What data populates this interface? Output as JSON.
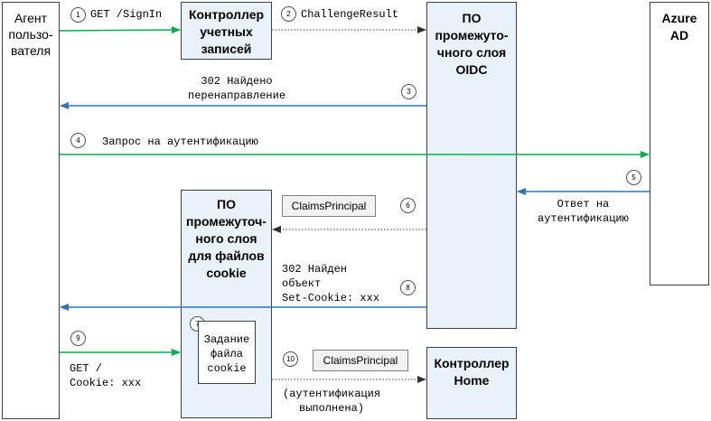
{
  "participants": {
    "user_agent": "Агент\nпользо-\nвателя",
    "account_controller": "Контроллер\nучетных\nзаписей",
    "oidc_middleware": "ПО\nпромежуто-\nчного слоя\nOIDC",
    "azure_ad": "Azure\nAD",
    "cookie_middleware": "ПО\nпромежуточ-\nного слоя\nдля файлов\ncookie",
    "home_controller": "Контроллер\nHome"
  },
  "steps": [
    {
      "num": "1",
      "label": "GET /SignIn"
    },
    {
      "num": "2",
      "label": "ChallengeResult"
    },
    {
      "num": "3",
      "label": "302 Найдено\nперенаправление"
    },
    {
      "num": "4",
      "label": "Запрос на аутентификацию"
    },
    {
      "num": "5",
      "label": "Ответ на\nаутентификацию"
    },
    {
      "num": "6",
      "label": "ClaimsPrincipal"
    },
    {
      "num": "7",
      "label": "Задание\nфайла\ncookie"
    },
    {
      "num": "8",
      "label": "302 Найден\nобъект\nSet-Cookie: xxx"
    },
    {
      "num": "9",
      "label": "GET /\nCookie: xxx"
    },
    {
      "num": "10",
      "label": "ClaimsPrincipal",
      "note": "(аутентификация\nвыполнена)"
    }
  ],
  "colors": {
    "green": "#00b050",
    "blue": "#2e75b6",
    "dotted": "#404040",
    "box_fill": "#e8f2f8"
  }
}
